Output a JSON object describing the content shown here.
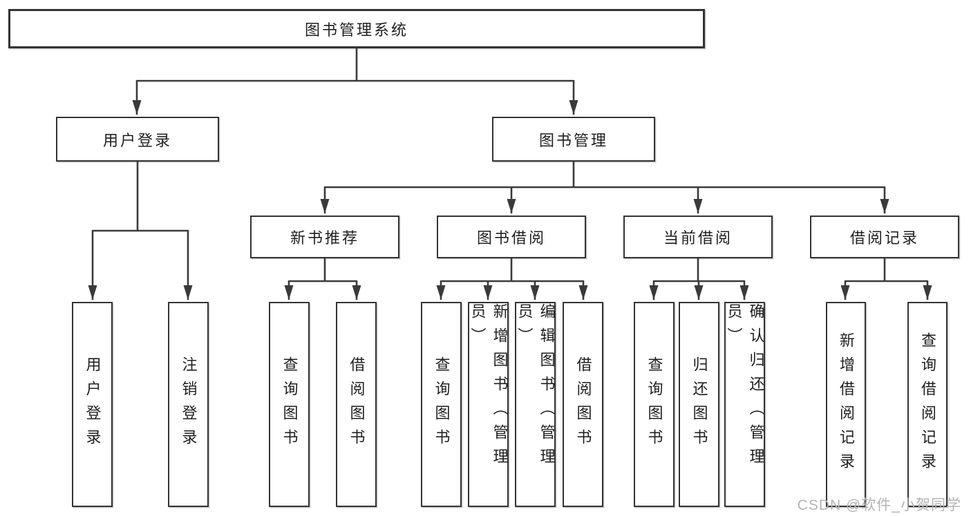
{
  "diagram": {
    "root": "图书管理系统",
    "level2": {
      "user_login": "用户登录",
      "book_management": "图书管理"
    },
    "level3": {
      "new_book_recommend": "新书推荐",
      "book_borrow": "图书借阅",
      "current_borrow": "当前借阅",
      "borrow_record": "借阅记录"
    },
    "leaves": {
      "login_user_login": "用户登录",
      "login_logout": "注销登录",
      "nb_query_book": "查询图书",
      "nb_borrow_book": "借阅图书",
      "bb_query_book": "查询图书",
      "bb_add_book_admin": "新增图书（管理员）",
      "bb_edit_book_admin": "编辑图书（管理员）",
      "bb_borrow_book": "借阅图书",
      "cb_query_book": "查询图书",
      "cb_return_book": "归还图书",
      "cb_confirm_return_admin": "确认归还（管理员）",
      "br_add_record": "新增借阅记录",
      "br_query_record": "查询借阅记录"
    }
  },
  "watermark": {
    "text": "CSDN @软件_小贺同学"
  },
  "colors": {
    "line": "#3a3a3a",
    "border": "#333333",
    "text": "#1f1f1f",
    "watermark": "#b3b3b3",
    "background": "#ffffff"
  }
}
